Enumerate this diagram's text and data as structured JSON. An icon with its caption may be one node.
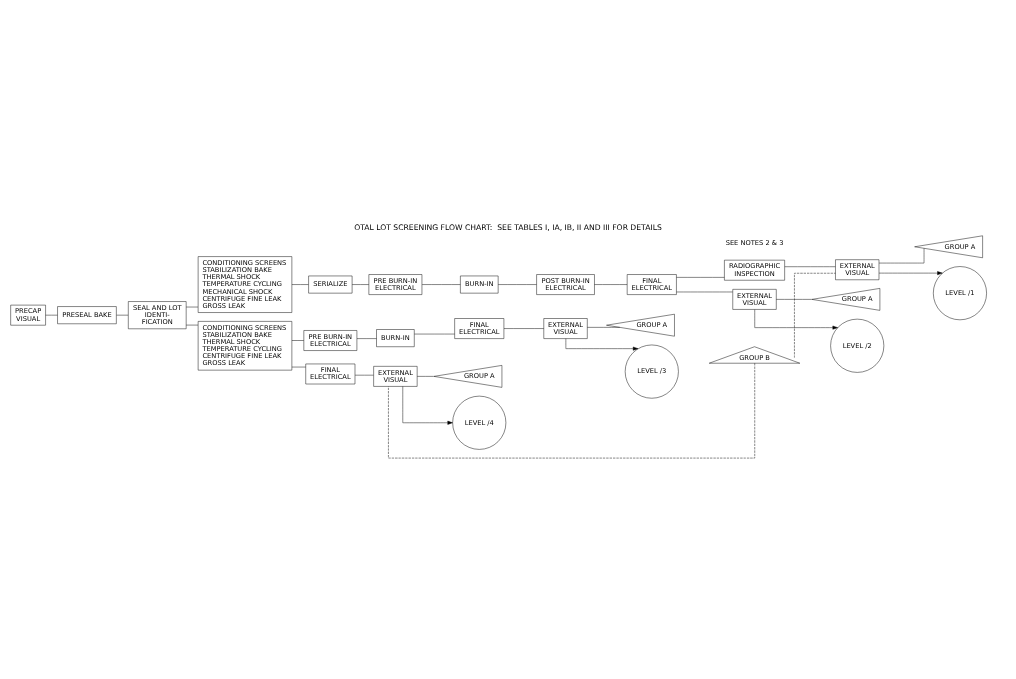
{
  "diagram": {
    "title": "OTAL LOT SCREENING FLOW CHART:  SEE TABLES I, IA, IB, II AND III FOR DETAILS",
    "nodes": [
      {
        "text": [
          "PRECAP VISUAL"
        ]
      },
      {
        "text": [
          "PRESEAL BAKE"
        ]
      },
      {
        "text": [
          "SEAL AND LOT IDENTI- FICATION"
        ]
      },
      {
        "text": [
          "CONDITIONING SCREENS",
          "STABILIZATION BAKE THERMAL SHOCK TEMPERATURE CYCLING MECHANICAL SHOCK CENTRIFUGE FINE LEAK GROSS LEAK"
        ]
      },
      {
        "text": [
          "SERIALIZE"
        ]
      },
      {
        "text": [
          "PRE BURN-IN ELECTRICAL"
        ]
      },
      {
        "text": [
          "BURN-IN"
        ]
      },
      {
        "text": [
          "POST BURN-IN ELECTRICAL"
        ]
      },
      {
        "text": [
          "FINAL ELECTRICAL"
        ]
      },
      {
        "text": [
          "RADIOGRAPHIC INSPECTION"
        ]
      },
      {
        "text": [
          "EXTERNAL VISUAL"
        ]
      },
      {
        "text": [
          "GROUP A"
        ]
      },
      {
        "text": [
          "LEVEL /1"
        ]
      },
      {
        "text": [
          "EXTERNAL VISUAL"
        ]
      },
      {
        "text": [
          "GROUP A"
        ]
      },
      {
        "text": [
          "LEVEL /2"
        ]
      },
      {
        "text": [
          "GROUP B"
        ]
      },
      {
        "text": [
          "CONDITIONING SCREENS",
          "STABILIZATION BAKE THERMAL SHOCK TEMPERATURE CYCLING CENTRIFUGE FINE LEAK GROSS LEAK"
        ]
      },
      {
        "text": [
          "PRE BURN-IN ELECTRICAL"
        ]
      },
      {
        "text": [
          "BURN-IN"
        ]
      },
      {
        "text": [
          "FINAL ELECTRICAL"
        ]
      },
      {
        "text": [
          "EXTERNAL VISUAL"
        ]
      },
      {
        "text": [
          "GROUP A"
        ]
      },
      {
        "text": [
          "LEVEL /3"
        ]
      },
      {
        "text": [
          "FINAL ELECTRICAL"
        ]
      },
      {
        "text": [
          "EXTERNAL VISUAL"
        ]
      },
      {
        "text": [
          "GROUP A"
        ]
      },
      {
        "text": [
          "LEVEL /4"
        ]
      }
    ],
    "edges": [
      {
        "from": 0,
        "to": 1,
        "arrow": "none"
      },
      {
        "from": 1,
        "to": 2,
        "arrow": "none"
      },
      {
        "from": 2,
        "to": 3,
        "arrow": "none"
      },
      {
        "from": 2,
        "to": 17,
        "arrow": "none"
      },
      {
        "from": 3,
        "to": 4,
        "arrow": "none"
      },
      {
        "from": 4,
        "to": 5,
        "arrow": "none"
      },
      {
        "from": 5,
        "to": 6,
        "arrow": "none"
      },
      {
        "from": 6,
        "to": 7,
        "arrow": "none"
      },
      {
        "from": 7,
        "to": 8,
        "arrow": "none"
      },
      {
        "from": 8,
        "to": 9,
        "arrow": "none"
      },
      {
        "from": 8,
        "to": 13,
        "arrow": "none"
      },
      {
        "from": 9,
        "to": 10,
        "arrow": "none"
      },
      {
        "from": 10,
        "to": 11,
        "arrow": "none"
      },
      {
        "from": 10,
        "to": 12,
        "arrow": "to"
      },
      {
        "from": 13,
        "to": 14,
        "arrow": "none"
      },
      {
        "from": 13,
        "to": 15,
        "arrow": "to"
      },
      {
        "from": 16,
        "to": 10,
        "arrow": "none",
        "style": "dashed"
      },
      {
        "from": 16,
        "to": 25,
        "arrow": "none",
        "style": "dashed"
      },
      {
        "from": 17,
        "to": 18,
        "arrow": "none"
      },
      {
        "from": 18,
        "to": 19,
        "arrow": "none"
      },
      {
        "from": 19,
        "to": 20,
        "arrow": "none"
      },
      {
        "from": 20,
        "to": 21,
        "arrow": "none"
      },
      {
        "from": 21,
        "to": 22,
        "arrow": "none"
      },
      {
        "from": 21,
        "to": 23,
        "arrow": "to"
      },
      {
        "from": 17,
        "to": 24,
        "arrow": "none"
      },
      {
        "from": 24,
        "to": 25,
        "arrow": "none"
      },
      {
        "from": 25,
        "to": 26,
        "arrow": "none"
      },
      {
        "from": 25,
        "to": 27,
        "arrow": "to"
      }
    ],
    "labels": [
      "SEE NOTES 2 & 3"
    ]
  }
}
